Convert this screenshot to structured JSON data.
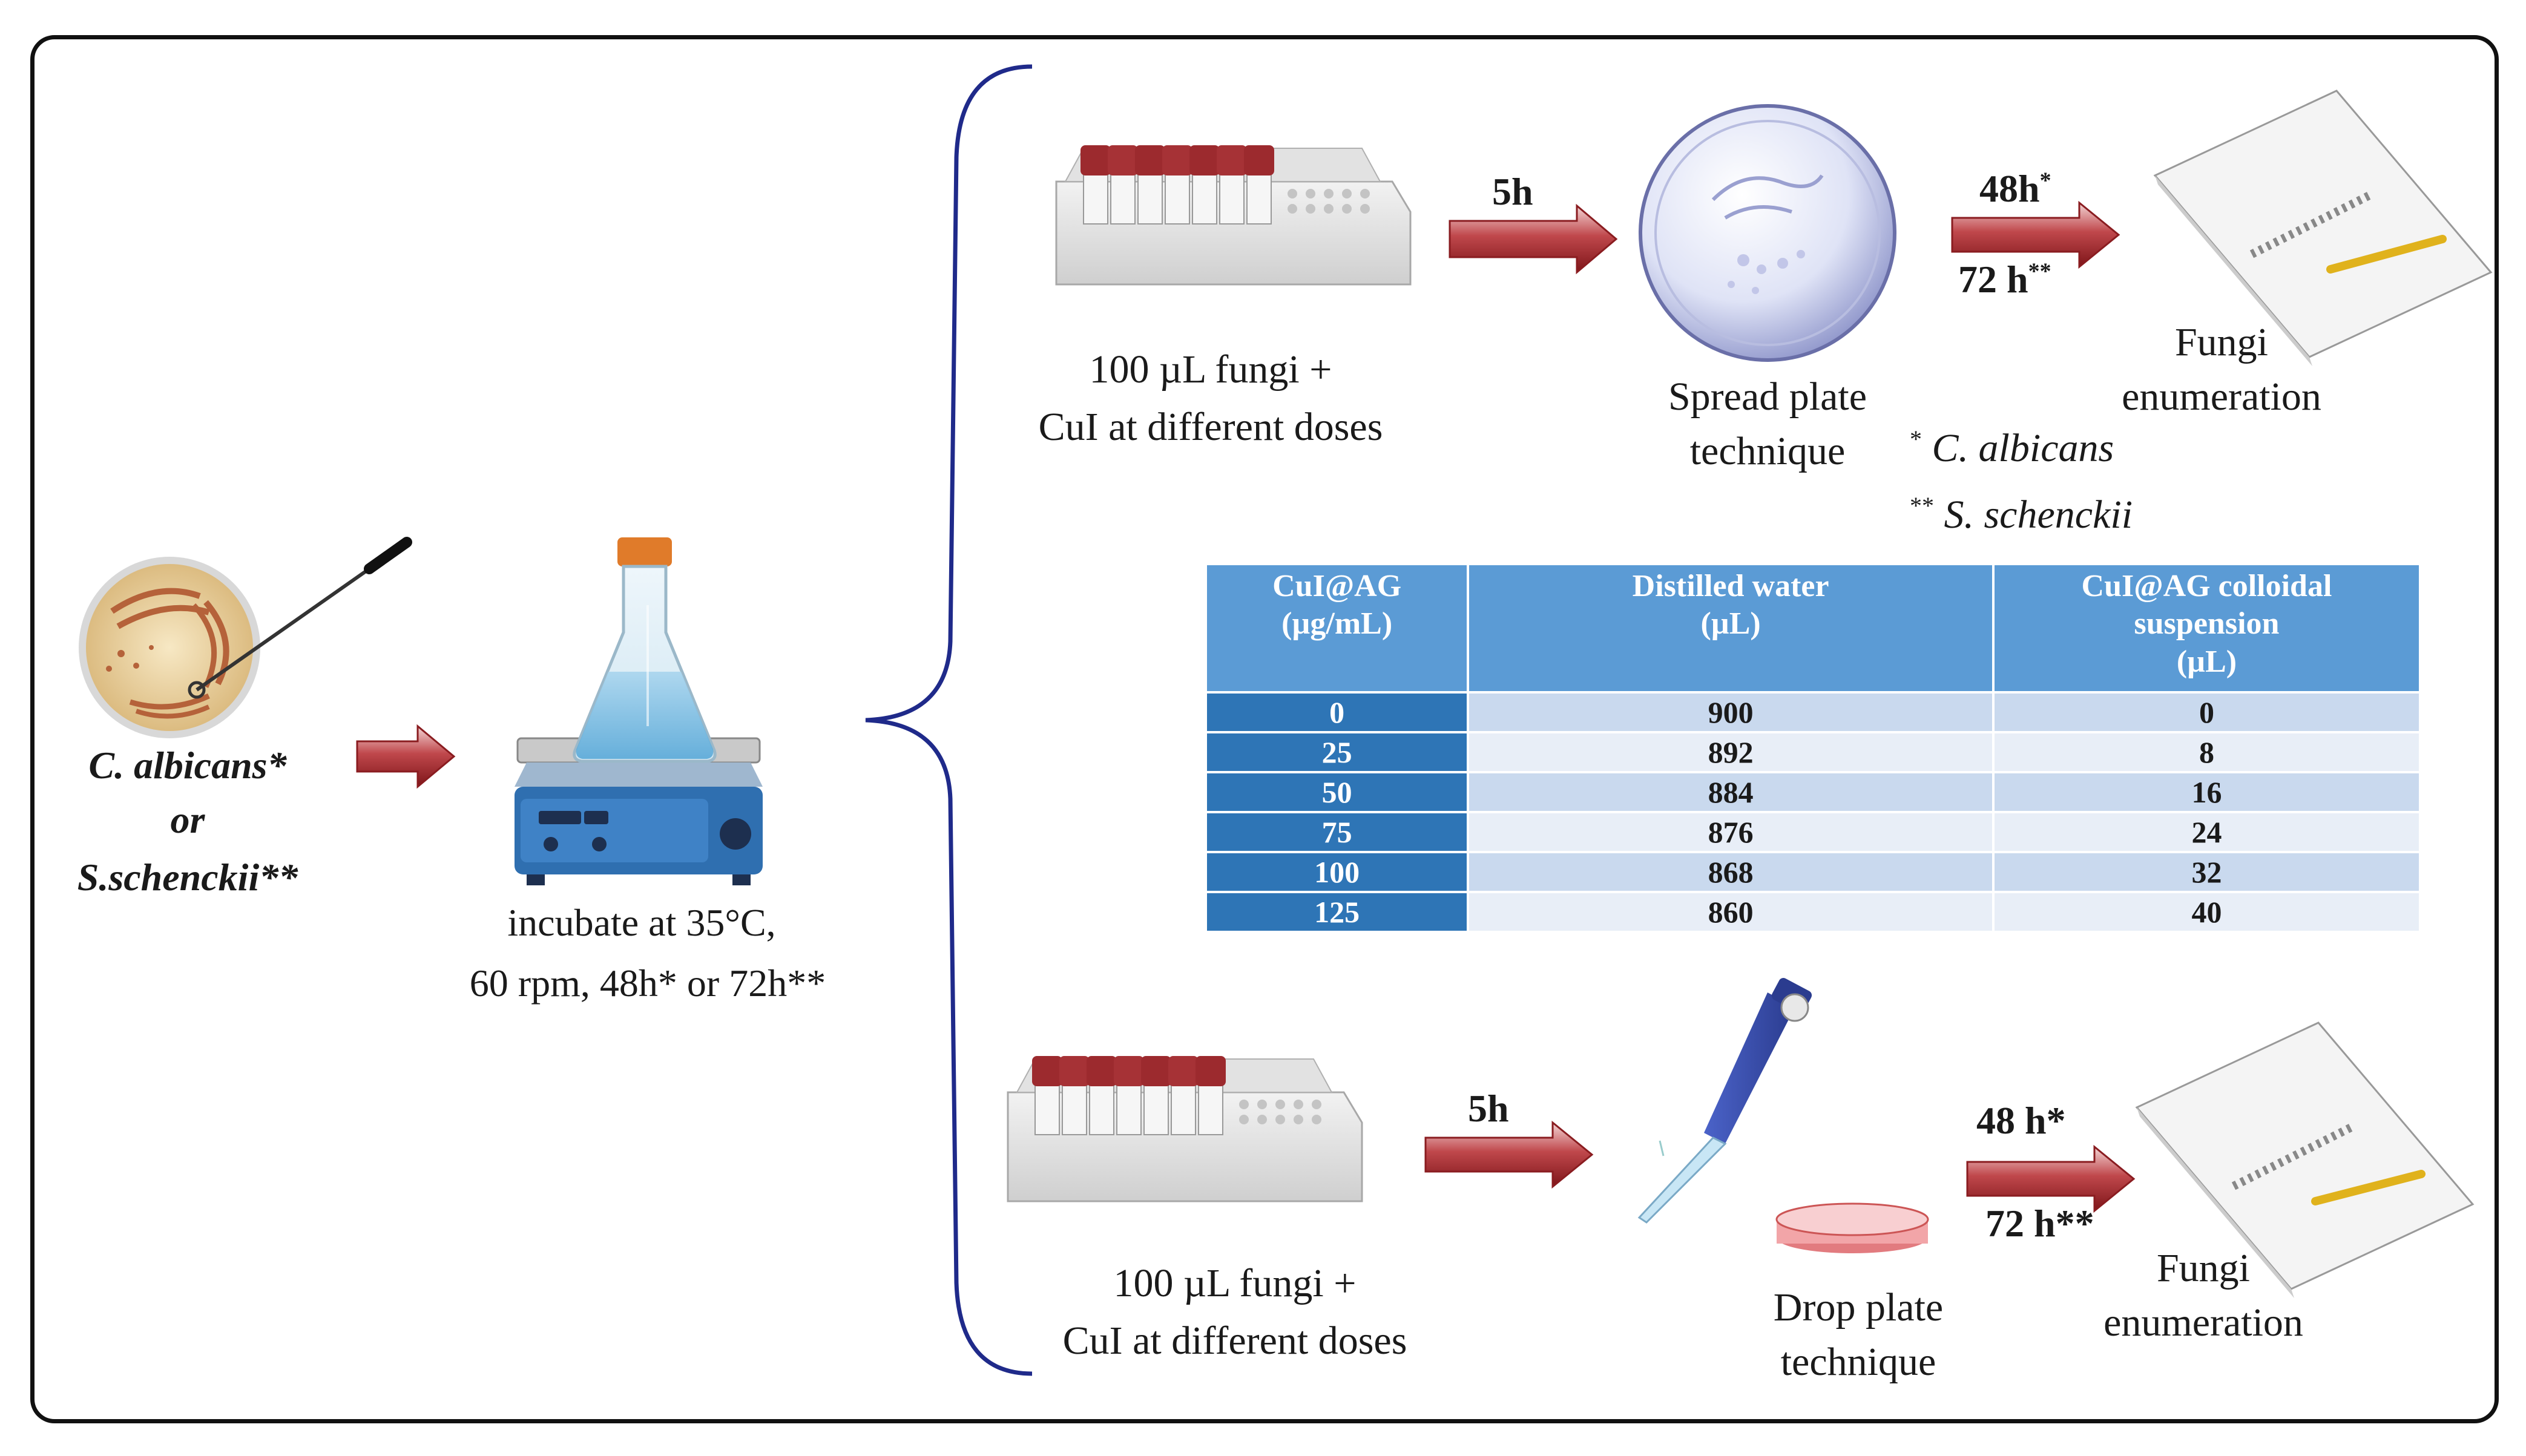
{
  "left_organisms": {
    "line1": "C. albicans*",
    "line2": "or",
    "line3": "S.schenckii**"
  },
  "incubation": {
    "line1": "incubate at 35°C,",
    "line2": "60 rpm, 48h* or 72h**"
  },
  "top_path": {
    "tubes_caption_1": "100 µL fungi +",
    "tubes_caption_2": "CuI at different doses",
    "arrow1_label": "5h",
    "plate_caption_1": "Spread plate",
    "plate_caption_2": "technique",
    "arrow2_label_top": "48h",
    "arrow2_label_top_sup": "*",
    "arrow2_label_bottom": "72 h",
    "arrow2_label_bottom_sup": "**",
    "result_caption_1": "Fungi",
    "result_caption_2": "enumeration"
  },
  "footnotes": {
    "n1_mark": "*",
    "n1_text": "C. albicans",
    "n2_mark": "**",
    "n2_text": "S. schenckii"
  },
  "dose_table": {
    "headers": [
      "CuI@AG\n(µg/mL)",
      "Distilled water\n(µL)",
      "CuI@AG colloidal\nsuspension\n(µL)"
    ],
    "rows": [
      [
        "0",
        "900",
        "0"
      ],
      [
        "25",
        "892",
        "8"
      ],
      [
        "50",
        "884",
        "16"
      ],
      [
        "75",
        "876",
        "24"
      ],
      [
        "100",
        "868",
        "32"
      ],
      [
        "125",
        "860",
        "40"
      ]
    ]
  },
  "bottom_path": {
    "tubes_caption_1": "100 µL fungi +",
    "tubes_caption_2": "CuI at different doses",
    "arrow1_label": "5h",
    "plate_caption_1": "Drop plate",
    "plate_caption_2": "technique",
    "arrow2_label_top": "48 h*",
    "arrow2_label_bottom": "72 h**",
    "result_caption_1": "Fungi",
    "result_caption_2": "enumeration"
  },
  "colors": {
    "arrow_fill": "#a8252a",
    "table_header": "#5b9bd5",
    "table_first_col": "#2e75b6",
    "brace": "#1f2a8a"
  }
}
